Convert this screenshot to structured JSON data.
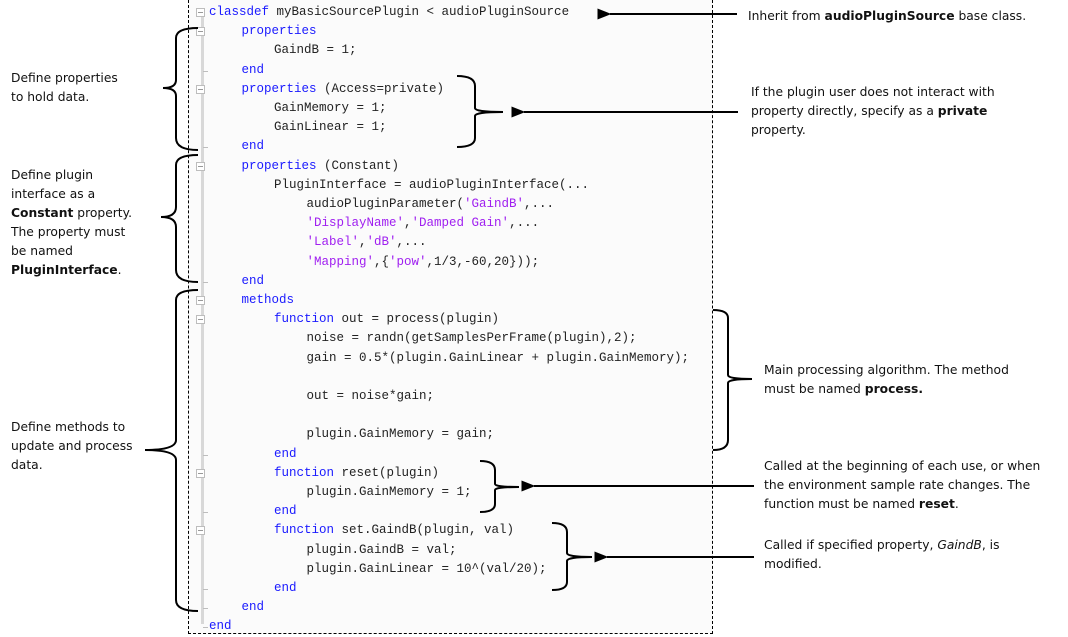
{
  "code": {
    "lines": [
      {
        "indent": 0,
        "parts": [
          {
            "t": "classdef",
            "c": "kw"
          },
          {
            "t": " myBasicSourcePlugin < audioPluginSource",
            "c": ""
          }
        ],
        "fold": "open"
      },
      {
        "indent": 1,
        "parts": [
          {
            "t": "properties",
            "c": "kw"
          }
        ],
        "fold": "open"
      },
      {
        "indent": 2,
        "parts": [
          {
            "t": "GaindB = 1;",
            "c": ""
          }
        ]
      },
      {
        "indent": 1,
        "parts": [
          {
            "t": "end",
            "c": "kw"
          }
        ],
        "fold": "tick"
      },
      {
        "indent": 1,
        "parts": [
          {
            "t": "properties",
            "c": "kw"
          },
          {
            "t": " (Access=private)",
            "c": ""
          }
        ],
        "fold": "open"
      },
      {
        "indent": 2,
        "parts": [
          {
            "t": "GainMemory = 1;",
            "c": ""
          }
        ]
      },
      {
        "indent": 2,
        "parts": [
          {
            "t": "GainLinear = 1;",
            "c": ""
          }
        ]
      },
      {
        "indent": 1,
        "parts": [
          {
            "t": "end",
            "c": "kw"
          }
        ],
        "fold": "tick"
      },
      {
        "indent": 1,
        "parts": [
          {
            "t": "properties",
            "c": "kw"
          },
          {
            "t": " (Constant)",
            "c": ""
          }
        ],
        "fold": "open"
      },
      {
        "indent": 2,
        "parts": [
          {
            "t": "PluginInterface = audioPluginInterface(...",
            "c": ""
          }
        ]
      },
      {
        "indent": 3,
        "parts": [
          {
            "t": "audioPluginParameter(",
            "c": ""
          },
          {
            "t": "'GaindB'",
            "c": "str"
          },
          {
            "t": ",...",
            "c": ""
          }
        ]
      },
      {
        "indent": 3,
        "parts": [
          {
            "t": "'DisplayName'",
            "c": "str"
          },
          {
            "t": ",",
            "c": ""
          },
          {
            "t": "'Damped Gain'",
            "c": "str"
          },
          {
            "t": ",...",
            "c": ""
          }
        ]
      },
      {
        "indent": 3,
        "parts": [
          {
            "t": "'Label'",
            "c": "str"
          },
          {
            "t": ",",
            "c": ""
          },
          {
            "t": "'dB'",
            "c": "str"
          },
          {
            "t": ",...",
            "c": ""
          }
        ]
      },
      {
        "indent": 3,
        "parts": [
          {
            "t": "'Mapping'",
            "c": "str"
          },
          {
            "t": ",{",
            "c": ""
          },
          {
            "t": "'pow'",
            "c": "str"
          },
          {
            "t": ",1/3,-60,20}));",
            "c": ""
          }
        ]
      },
      {
        "indent": 1,
        "parts": [
          {
            "t": "end",
            "c": "kw"
          }
        ],
        "fold": "tick"
      },
      {
        "indent": 1,
        "parts": [
          {
            "t": "methods",
            "c": "kw"
          }
        ],
        "fold": "open"
      },
      {
        "indent": 2,
        "parts": [
          {
            "t": "function",
            "c": "kw"
          },
          {
            "t": " out = process(plugin)",
            "c": ""
          }
        ],
        "fold": "open"
      },
      {
        "indent": 3,
        "parts": [
          {
            "t": "noise = randn(getSamplesPerFrame(plugin),2);",
            "c": ""
          }
        ]
      },
      {
        "indent": 3,
        "parts": [
          {
            "t": "gain = 0.5*(plugin.GainLinear + plugin.GainMemory);",
            "c": ""
          }
        ]
      },
      {
        "indent": 3,
        "parts": []
      },
      {
        "indent": 3,
        "parts": [
          {
            "t": "out = noise*gain;",
            "c": ""
          }
        ]
      },
      {
        "indent": 3,
        "parts": []
      },
      {
        "indent": 3,
        "parts": [
          {
            "t": "plugin.GainMemory = gain;",
            "c": ""
          }
        ]
      },
      {
        "indent": 2,
        "parts": [
          {
            "t": "end",
            "c": "kw"
          }
        ],
        "fold": "tick"
      },
      {
        "indent": 2,
        "parts": [
          {
            "t": "function",
            "c": "kw"
          },
          {
            "t": " reset(plugin)",
            "c": ""
          }
        ],
        "fold": "open"
      },
      {
        "indent": 3,
        "parts": [
          {
            "t": "plugin.GainMemory = 1;",
            "c": ""
          }
        ]
      },
      {
        "indent": 2,
        "parts": [
          {
            "t": "end",
            "c": "kw"
          }
        ],
        "fold": "tick"
      },
      {
        "indent": 2,
        "parts": [
          {
            "t": "function",
            "c": "kw"
          },
          {
            "t": " set.GaindB(plugin, val)",
            "c": ""
          }
        ],
        "fold": "open"
      },
      {
        "indent": 3,
        "parts": [
          {
            "t": "plugin.GaindB = val;",
            "c": ""
          }
        ]
      },
      {
        "indent": 3,
        "parts": [
          {
            "t": "plugin.GainLinear = 10^(val/20);",
            "c": ""
          }
        ]
      },
      {
        "indent": 2,
        "parts": [
          {
            "t": "end",
            "c": "kw"
          }
        ],
        "fold": "tick"
      },
      {
        "indent": 1,
        "parts": [
          {
            "t": "end",
            "c": "kw"
          }
        ],
        "fold": "tick"
      },
      {
        "indent": 0,
        "parts": [
          {
            "t": "end",
            "c": "kw"
          }
        ],
        "fold": "corner"
      }
    ]
  },
  "annotations": {
    "left": [
      {
        "id": "properties",
        "parts": [
          {
            "t": "Define properties"
          },
          {
            "br": true
          },
          {
            "t": "to hold data."
          }
        ]
      },
      {
        "id": "interface",
        "parts": [
          {
            "t": "Define plugin"
          },
          {
            "br": true
          },
          {
            "t": "interface as a"
          },
          {
            "br": true
          },
          {
            "t": "Constant",
            "b": true
          },
          {
            "t": " property."
          },
          {
            "br": true
          },
          {
            "t": "The property must"
          },
          {
            "br": true
          },
          {
            "t": "be named"
          },
          {
            "br": true
          },
          {
            "t": "PluginInterface",
            "b": true
          },
          {
            "t": "."
          }
        ]
      },
      {
        "id": "methods",
        "parts": [
          {
            "t": "Define methods to"
          },
          {
            "br": true
          },
          {
            "t": "update and process"
          },
          {
            "br": true
          },
          {
            "t": "data."
          }
        ]
      }
    ],
    "right": [
      {
        "id": "inherit",
        "parts": [
          {
            "t": "Inherit from "
          },
          {
            "t": "audioPluginSource",
            "b": true
          },
          {
            "t": " base class."
          }
        ]
      },
      {
        "id": "private",
        "parts": [
          {
            "t": "If the plugin user does not interact with"
          },
          {
            "br": true
          },
          {
            "t": "property directly, specify as a "
          },
          {
            "t": "private",
            "b": true
          },
          {
            "br": true
          },
          {
            "t": "property."
          }
        ]
      },
      {
        "id": "process",
        "parts": [
          {
            "t": "Main processing algorithm. The method"
          },
          {
            "br": true
          },
          {
            "t": "must be named "
          },
          {
            "t": "process.",
            "b": true
          }
        ]
      },
      {
        "id": "reset",
        "parts": [
          {
            "t": "Called at the beginning of each use, or when"
          },
          {
            "br": true
          },
          {
            "t": "the environment sample rate changes. The"
          },
          {
            "br": true
          },
          {
            "t": "function must be named "
          },
          {
            "t": "reset",
            "b": true
          },
          {
            "t": "."
          }
        ]
      },
      {
        "id": "setter",
        "parts": [
          {
            "t": "Called if specified property, "
          },
          {
            "t": "GaindB",
            "i": true
          },
          {
            "t": ", is"
          },
          {
            "br": true
          },
          {
            "t": "modified."
          }
        ]
      }
    ]
  },
  "colors": {
    "keyword": "#1a1aff",
    "string": "#a020f0",
    "code_text": "#222222",
    "annotation_text": "#111111",
    "bracket": "#000000"
  }
}
